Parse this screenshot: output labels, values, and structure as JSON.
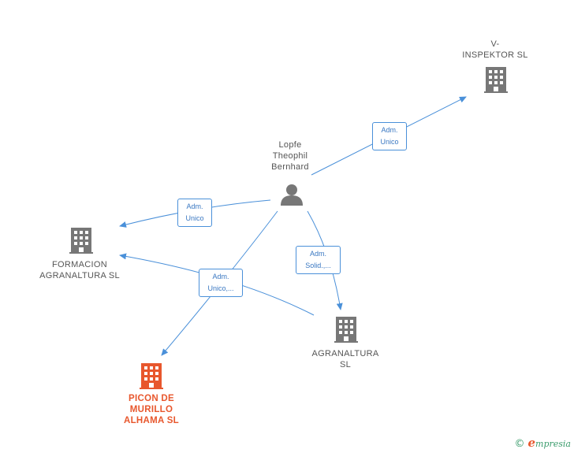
{
  "nodes": {
    "person": {
      "label": "Lopfe\nTheophil\nBernhard",
      "icon": "person-icon"
    },
    "v_inspektor": {
      "label": "V-\nINSPEKTOR  SL",
      "icon": "building-icon"
    },
    "formacion": {
      "label": "FORMACION\nAGRANALTURA SL",
      "icon": "building-icon"
    },
    "agranaltura": {
      "label": "AGRANALTURA\nSL",
      "icon": "building-icon"
    },
    "picon": {
      "label": "PICON DE\nMURILLO\nALHAMA  SL",
      "icon": "building-icon"
    }
  },
  "edges": {
    "to_v_inspektor": "Adm.\nUnico",
    "to_formacion": "Adm.\nUnico",
    "to_agranaltura": "Adm.\nSolid.,...",
    "to_picon": "Adm.\nUnico,..."
  },
  "brand": {
    "copyright": "©",
    "initial": "e",
    "name": "mpresia"
  },
  "colors": {
    "line": "#4a90d9",
    "building": "#777777",
    "highlight": "#e8572d",
    "person": "#777777"
  }
}
